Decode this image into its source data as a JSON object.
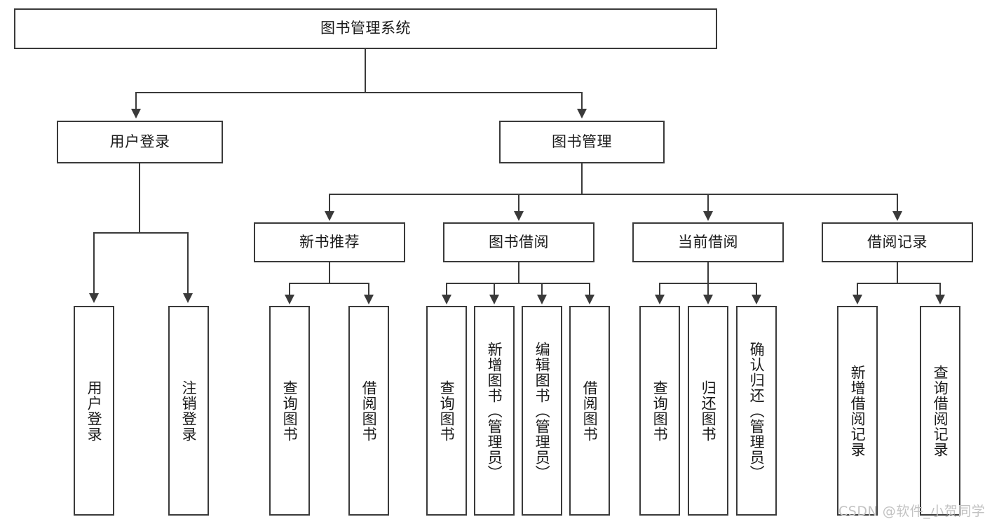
{
  "diagram": {
    "type": "tree-hierarchy-chart",
    "title": "图书管理系统",
    "root": {
      "label": "图书管理系统"
    },
    "level2": [
      {
        "label": "用户登录"
      },
      {
        "label": "图书管理"
      }
    ],
    "level3": [
      {
        "label": "新书推荐"
      },
      {
        "label": "图书借阅"
      },
      {
        "label": "当前借阅"
      },
      {
        "label": "借阅记录"
      }
    ],
    "leaves": {
      "user_login": [
        {
          "label": "用户登录"
        },
        {
          "label": "注销登录"
        }
      ],
      "new_book_recommend": [
        {
          "label": "查询图书"
        },
        {
          "label": "借阅图书"
        }
      ],
      "book_borrow": [
        {
          "label": "查询图书"
        },
        {
          "label": "新增图书（管理员）"
        },
        {
          "label": "编辑图书（管理员）"
        },
        {
          "label": "借阅图书"
        }
      ],
      "current_borrow": [
        {
          "label": "查询图书"
        },
        {
          "label": "归还图书"
        },
        {
          "label": "确认归还（管理员）"
        }
      ],
      "borrow_record": [
        {
          "label": "新增借阅记录"
        },
        {
          "label": "查询借阅记录"
        }
      ]
    },
    "watermark": "CSDN @软件_小贺同学",
    "colors": {
      "stroke": "#3a3a3a",
      "fill": "#ffffff",
      "text": "#1a1a1a",
      "watermark": "#c2c2c2"
    }
  }
}
